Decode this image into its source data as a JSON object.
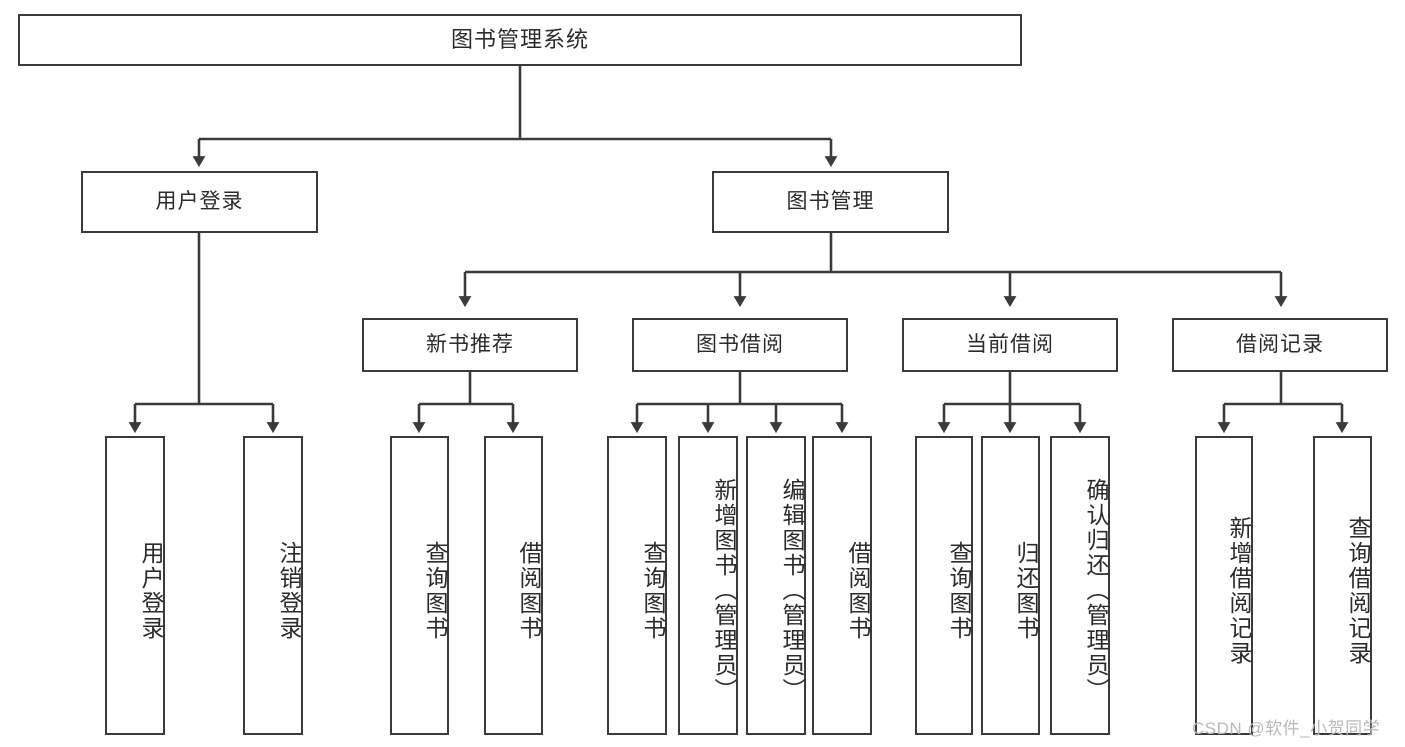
{
  "diagram": {
    "type": "tree-hierarchy-chart",
    "title": "图书管理系统",
    "root": {
      "id": "root",
      "label": "图书管理系统"
    },
    "level2": [
      {
        "id": "user-login",
        "label": "用户登录"
      },
      {
        "id": "book-management",
        "label": "图书管理"
      }
    ],
    "level3": [
      {
        "id": "new-book-recommend",
        "label": "新书推荐",
        "parent": "book-management"
      },
      {
        "id": "book-borrow",
        "label": "图书借阅",
        "parent": "book-management"
      },
      {
        "id": "current-borrow",
        "label": "当前借阅",
        "parent": "book-management"
      },
      {
        "id": "borrow-record",
        "label": "借阅记录",
        "parent": "book-management"
      }
    ],
    "leaves": {
      "user_login": [
        {
          "id": "leaf-user-login",
          "label": "用户登录"
        },
        {
          "id": "leaf-logout-login",
          "label": "注销登录"
        }
      ],
      "new_book_recommend": [
        {
          "id": "leaf-query-book-1",
          "label": "查询图书"
        },
        {
          "id": "leaf-borrow-book-1",
          "label": "借阅图书"
        }
      ],
      "book_borrow": [
        {
          "id": "leaf-query-book-2",
          "label": "查询图书"
        },
        {
          "id": "leaf-add-book",
          "label": "新增图书（管理员）"
        },
        {
          "id": "leaf-edit-book",
          "label": "编辑图书（管理员）"
        },
        {
          "id": "leaf-borrow-book-2",
          "label": "借阅图书"
        }
      ],
      "current_borrow": [
        {
          "id": "leaf-query-book-3",
          "label": "查询图书"
        },
        {
          "id": "leaf-return-book",
          "label": "归还图书"
        },
        {
          "id": "leaf-confirm-return",
          "label": "确认归还（管理员）"
        }
      ],
      "borrow_record": [
        {
          "id": "leaf-add-record",
          "label": "新增借阅记录"
        },
        {
          "id": "leaf-query-record",
          "label": "查询借阅记录"
        }
      ]
    },
    "watermark": "CSDN @软件_小贺同学",
    "colors": {
      "stroke": "#3a3a3a",
      "background": "#ffffff",
      "text": "#2b2b2b",
      "watermark": "#b9b9b9"
    }
  }
}
